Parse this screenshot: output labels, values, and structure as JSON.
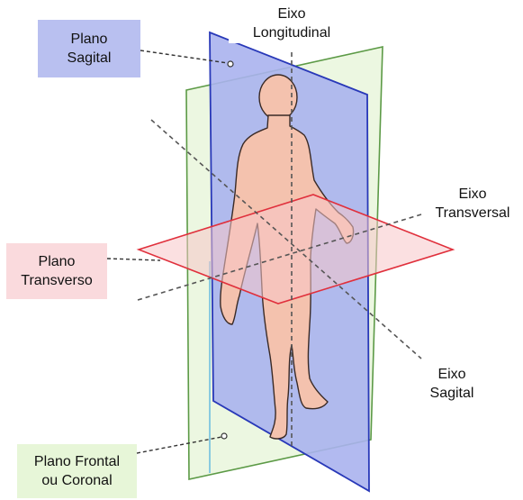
{
  "labels": {
    "sagittal_plane": [
      "Plano",
      "Sagital"
    ],
    "transverse_plane": [
      "Plano",
      "Transverso"
    ],
    "frontal_plane": [
      "Plano Frontal",
      "ou Coronal"
    ],
    "longitudinal_axis": [
      "Eixo",
      "Longitudinal"
    ],
    "transverse_axis": [
      "Eixo",
      "Transversal"
    ],
    "sagittal_axis": [
      "Eixo",
      "Sagital"
    ]
  },
  "colors": {
    "sagittal_fill": "#aab3ee",
    "sagittal_edge": "#2838b8",
    "frontal_fill": "#e9f6dc",
    "frontal_edge": "#5c9a46",
    "transverse_fill": "#f7c6c8",
    "transverse_edge": "#e0303c",
    "body_fill": "#f4c2ae",
    "body_edge": "#3a2a26",
    "sagittal_box": "#b9c0f0",
    "transverse_box": "#fadadd",
    "frontal_box": "#e7f6d8"
  }
}
